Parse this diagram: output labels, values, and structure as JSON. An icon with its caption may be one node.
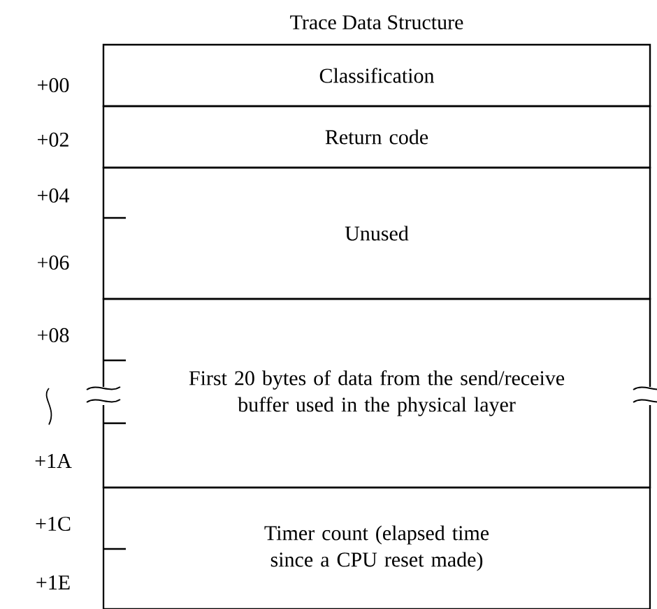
{
  "diagram": {
    "title": "Trace Data Structure",
    "nodes": [
      {
        "text": [
          "Classification"
        ]
      },
      {
        "text": [
          "Return code"
        ]
      },
      {
        "text": [
          "Unused"
        ]
      },
      {
        "text": [
          "First 20 bytes of data from the send/receive buffer used in the physical layer"
        ]
      },
      {
        "text": [
          "Timer count (elapsed time since a CPU reset made)"
        ]
      }
    ],
    "edges": [],
    "labels": [
      "+00",
      "+02",
      "+04",
      "+06",
      "+08",
      "+1A",
      "+1C",
      "+1E"
    ]
  }
}
